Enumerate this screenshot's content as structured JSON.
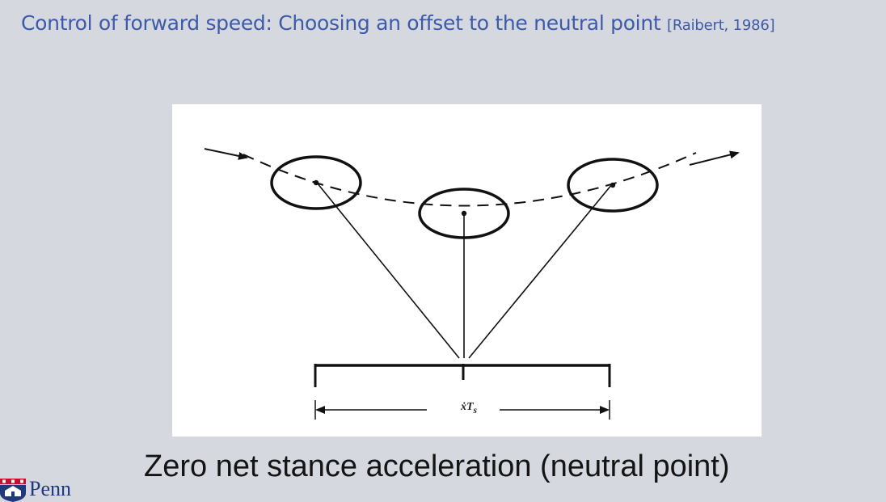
{
  "slide": {
    "title_main": "Control of forward speed:  Choosing an offset to the neutral point ",
    "title_citation": "[Raibert, 1986]",
    "caption": "Zero net stance acceleration (neutral point)"
  },
  "figure": {
    "dimension_label": "ẋT",
    "dimension_subscript": "s"
  },
  "logo": {
    "wordmark": "Penn",
    "icon": "penn-shield-icon"
  },
  "colors": {
    "background": "#d6d8df",
    "title": "#3c5aa8",
    "caption": "#141414",
    "figure_bg": "#ffffff",
    "ink": "#111111"
  }
}
